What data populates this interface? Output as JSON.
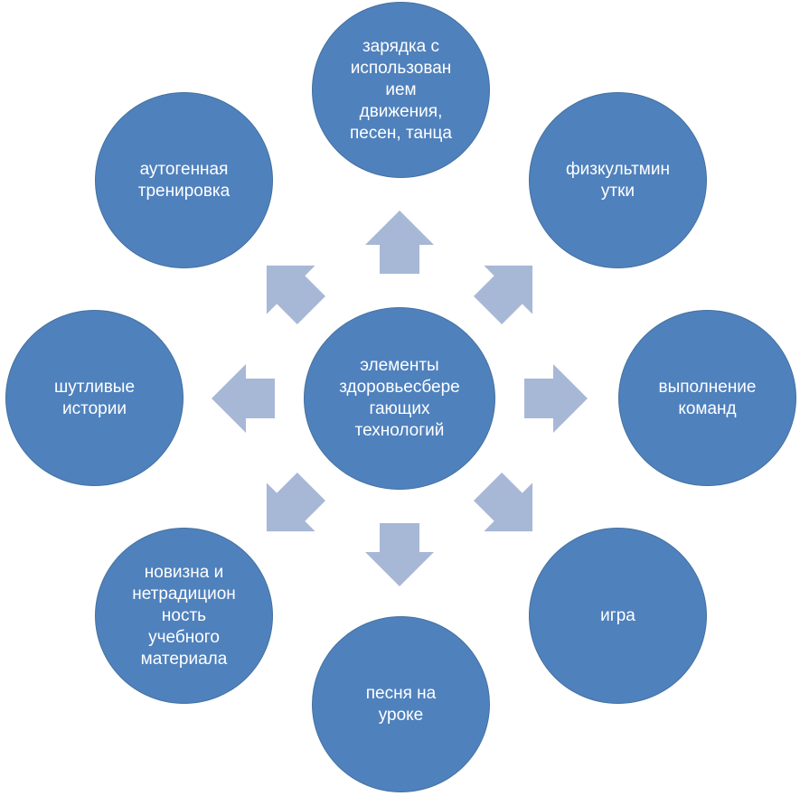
{
  "center": {
    "label": "элементы\nздоровьесбере\nгающих\nтехнологий"
  },
  "nodes": {
    "top": "зарядка с\nиспользован\nием\nдвижения,\nпесен, танца",
    "top_right": "физкультмин\nутки",
    "right": "выполнение\nкоманд",
    "bottom_right": "игра",
    "bottom": "песня на\nуроке",
    "bottom_left": "новизна и\nнетрадицион\nность\nучебного\nматериала",
    "left": "шутливые\nистории",
    "top_left": "аутогенная\nтренировка"
  },
  "colors": {
    "node_fill": "#4f81bd",
    "node_stroke": "#44729f",
    "arrow_fill": "#a7b8d7",
    "text": "#ffffff"
  }
}
